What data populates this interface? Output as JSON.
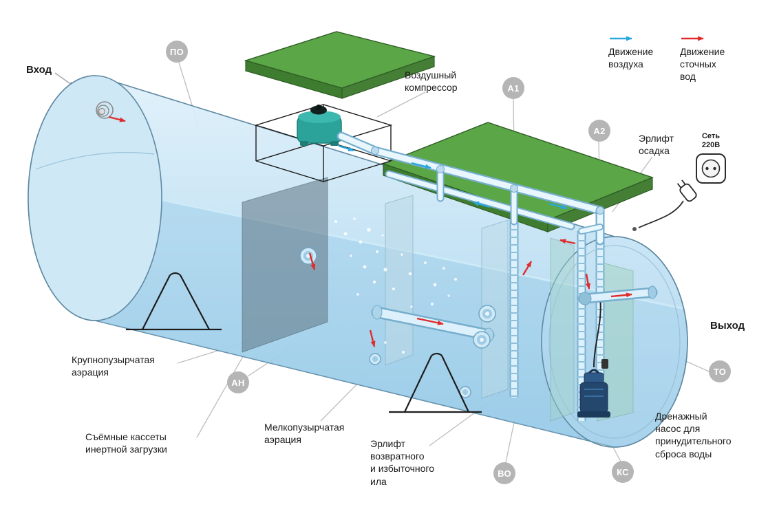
{
  "diagram": {
    "labels": {
      "inlet": "Вход",
      "outlet": "Выход",
      "compressor": "Воздушный\nкомпрессор",
      "sediment_airlift": "Эрлифт\nосадка",
      "power": "Сеть\n220В",
      "coarse_aeration": "Крупнопузырчатая\nаэрация",
      "inert_cassettes": "Съёмные кассеты\nинертной загрузки",
      "fine_aeration": "Мелкопузырчатая\nаэрация",
      "sludge_airlift": "Эрлифт\nвозвратного\nи избыточного\nила",
      "drain_pump": "Дренажный\nнасос для\nпринудительного\nсброса воды"
    },
    "legend": {
      "air": "Движение\nвоздуха",
      "wastewater": "Движение\nсточных\nвод"
    },
    "badges": [
      {
        "label": "ПО"
      },
      {
        "label": "А1"
      },
      {
        "label": "А2"
      },
      {
        "label": "АН"
      },
      {
        "label": "ВО"
      },
      {
        "label": "КС"
      },
      {
        "label": "ТО"
      }
    ],
    "colors": {
      "air_flow": "#2aa7df",
      "wastewater_flow": "#e02b2b",
      "lid_green": "#5ba646",
      "tank_blue": "#bfe0f2",
      "badge_gray": "#b5b5b5"
    }
  }
}
